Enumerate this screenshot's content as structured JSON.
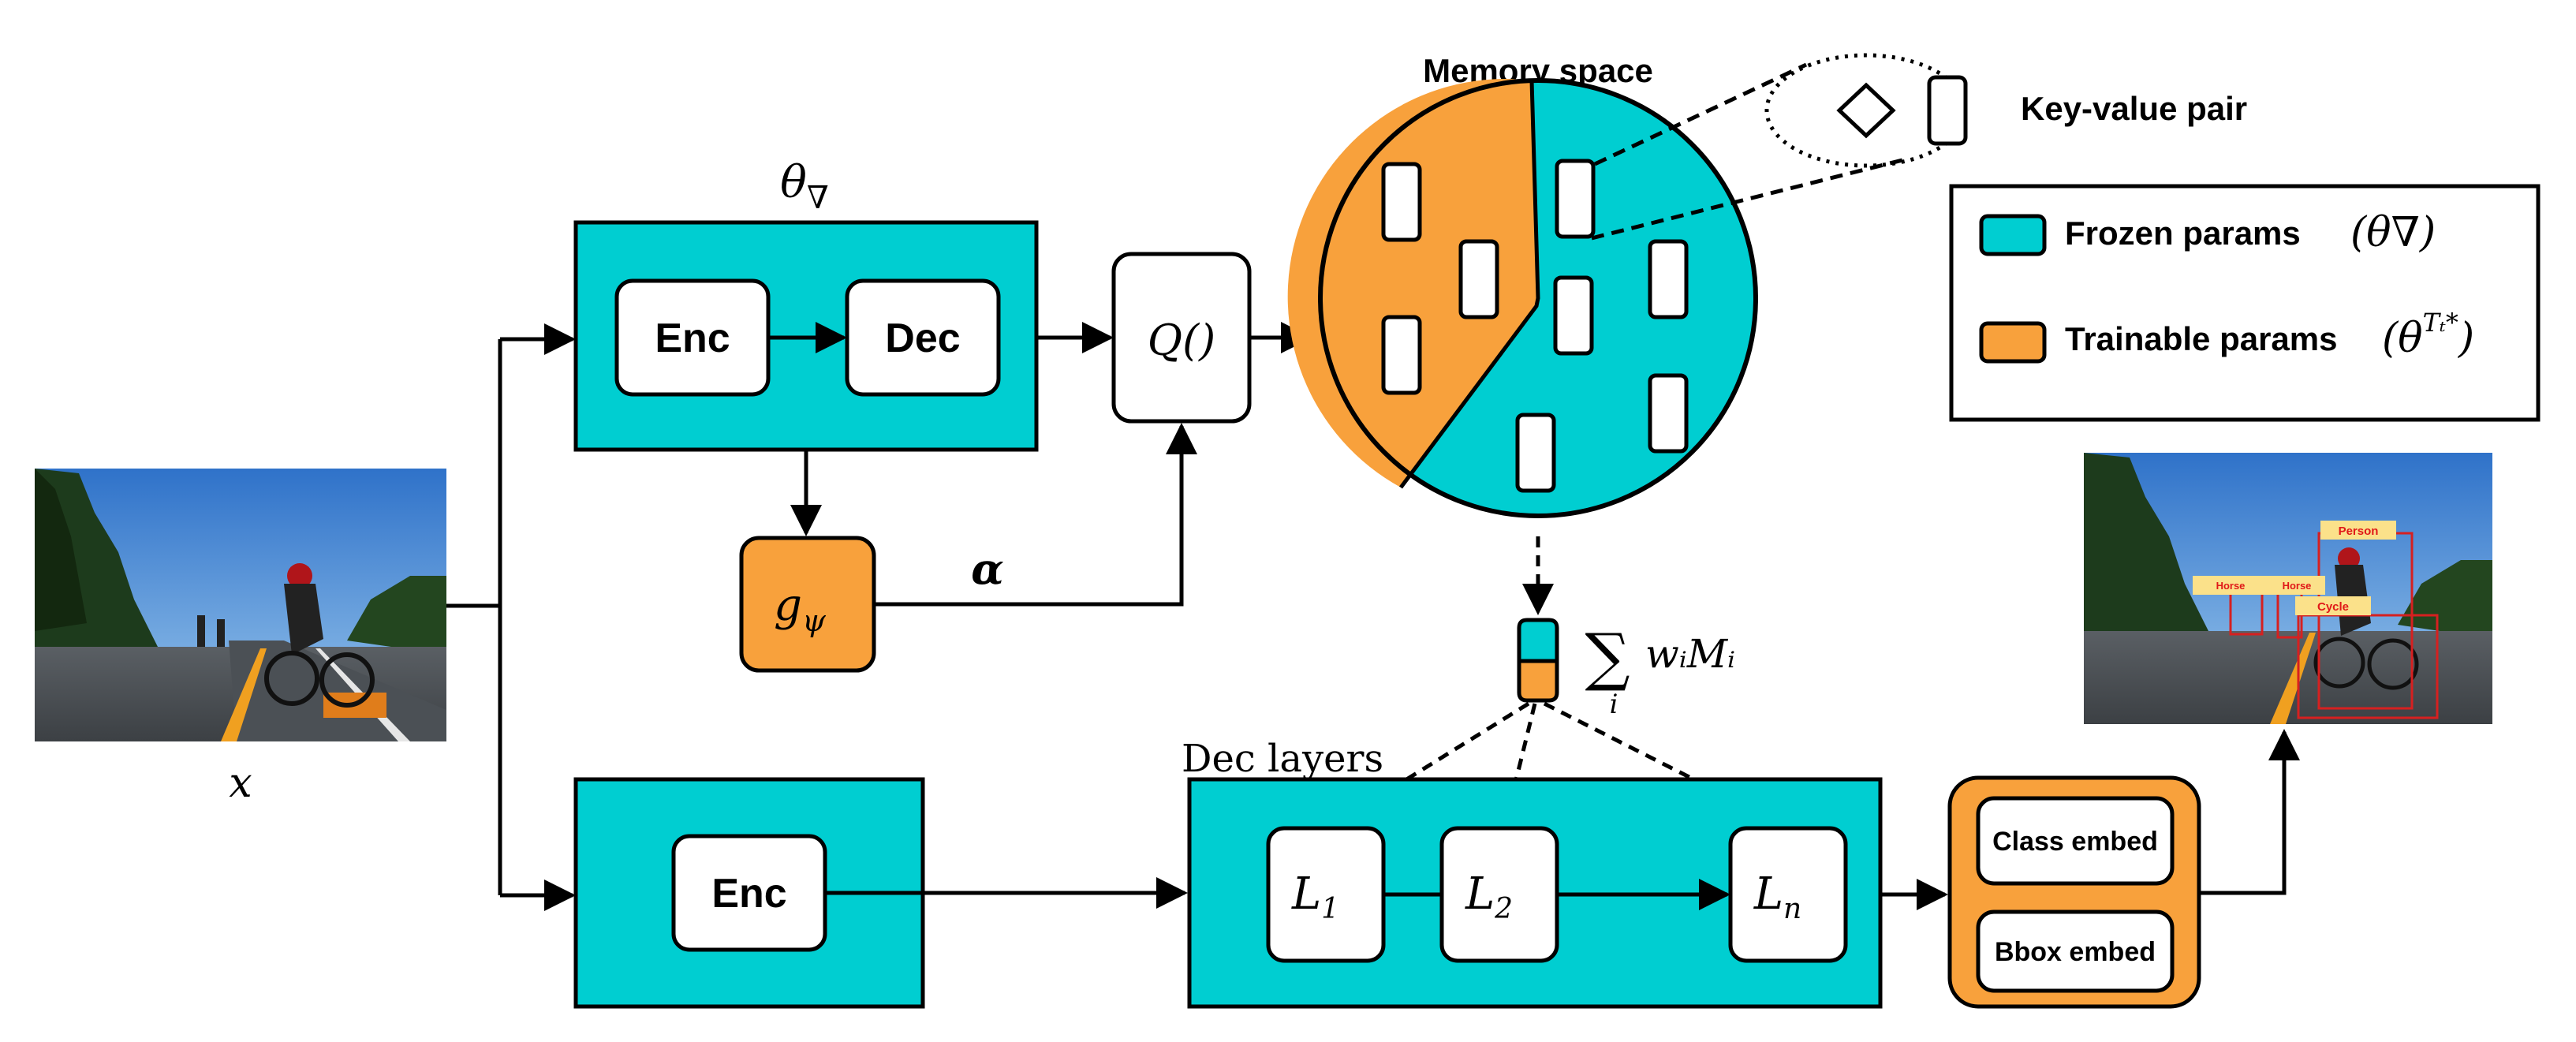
{
  "colors": {
    "frozen": "#00CED1",
    "trainable": "#F8A13C",
    "stroke": "#000000",
    "white": "#FFFFFF"
  },
  "input": {
    "label": "x"
  },
  "top_branch": {
    "theta_label": "θ",
    "theta_sub": "∇",
    "enc": "Enc",
    "dec": "Dec",
    "q_label": "Q()",
    "g_label": "g",
    "g_sub": "ψ",
    "alpha": "α"
  },
  "memory": {
    "title": "Memory space",
    "key_value_label": "Key-value pair",
    "sum_symbol": "∑",
    "sum_sub": "i",
    "sum_expr": "wᵢMᵢ"
  },
  "legend": {
    "frozen_label": "Frozen params",
    "frozen_param": "(θ∇)",
    "trainable_label": "Trainable params",
    "trainable_param": "(θ",
    "trainable_sup": "Tₜ*",
    "trainable_close": ")"
  },
  "bottom_branch": {
    "enc": "Enc",
    "dec_layers_label": "Dec layers",
    "l1": "L",
    "l1_sub": "1",
    "l2": "L",
    "l2_sub": "2",
    "ln": "L",
    "ln_sub": "n",
    "class_embed": "Class embed",
    "bbox_embed": "Bbox embed"
  },
  "output_labels": {
    "person": "Person",
    "horse1": "Horse",
    "horse2": "Horse",
    "cycle": "Cycle"
  }
}
